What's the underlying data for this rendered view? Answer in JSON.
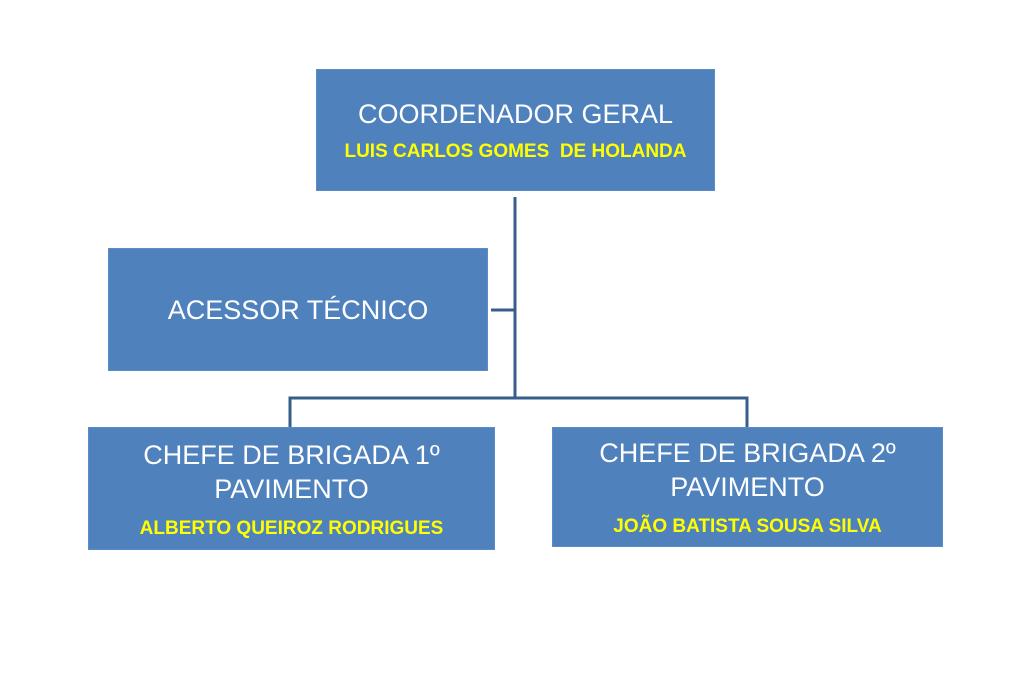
{
  "colors": {
    "box": "#4f81bd",
    "connector": "#385d8a",
    "name_text": "#ffff00",
    "title_text": "#ffffff"
  },
  "nodes": {
    "coordinator": {
      "title": "COORDENADOR GERAL",
      "name": "LUIS CARLOS GOMES  DE HOLANDA"
    },
    "advisor": {
      "title": "ACESSOR TÉCNICO"
    },
    "chief1": {
      "title_line1": "CHEFE DE BRIGADA 1º",
      "title_line2": "PAVIMENTO",
      "name": "ALBERTO QUEIROZ RODRIGUES"
    },
    "chief2": {
      "title_line1": "CHEFE DE BRIGADA 2º",
      "title_line2": "PAVIMENTO",
      "name": "JOÃO BATISTA SOUSA SILVA"
    }
  }
}
